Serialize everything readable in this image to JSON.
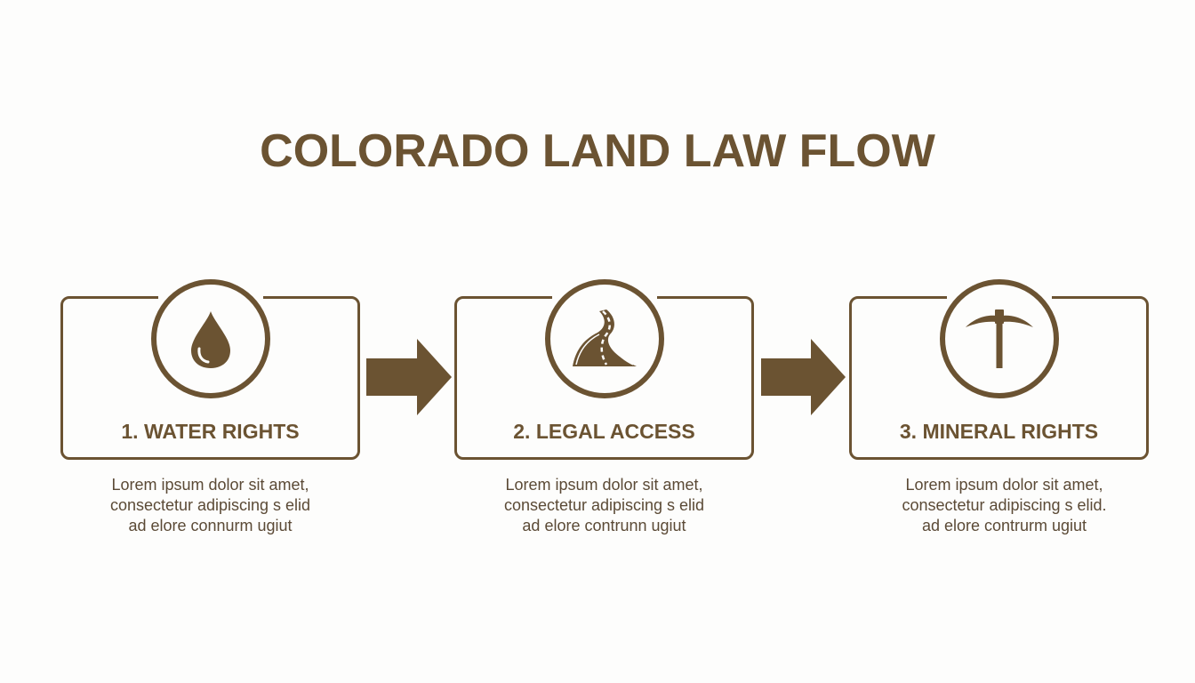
{
  "title": "COLORADO LAND LAW FLOW",
  "colors": {
    "accent": "#6b5332",
    "text": "#5b4a36",
    "background": "#fdfdfc"
  },
  "steps": [
    {
      "label": "1. WATER RIGHTS",
      "icon": "water-drop-icon",
      "description": [
        "Lorem ipsum dolor sit amet,",
        "consectetur adipiscing s elid",
        "ad elore connurm ugiut"
      ]
    },
    {
      "label": "2. LEGAL ACCESS",
      "icon": "winding-road-icon",
      "description": [
        "Lorem ipsum dolor sit amet,",
        "consectetur adipiscing s elid",
        "ad elore contrunn ugiut"
      ]
    },
    {
      "label": "3. MINERAL RIGHTS",
      "icon": "pickaxe-icon",
      "description": [
        "Lorem ipsum dolor sit amet,",
        "consectetur adipiscing s elid.",
        "ad elore contrurm ugiut"
      ]
    }
  ],
  "arrows": [
    {
      "from": 1,
      "to": 2,
      "icon": "arrow-right-icon"
    },
    {
      "from": 2,
      "to": 3,
      "icon": "arrow-right-icon"
    }
  ]
}
